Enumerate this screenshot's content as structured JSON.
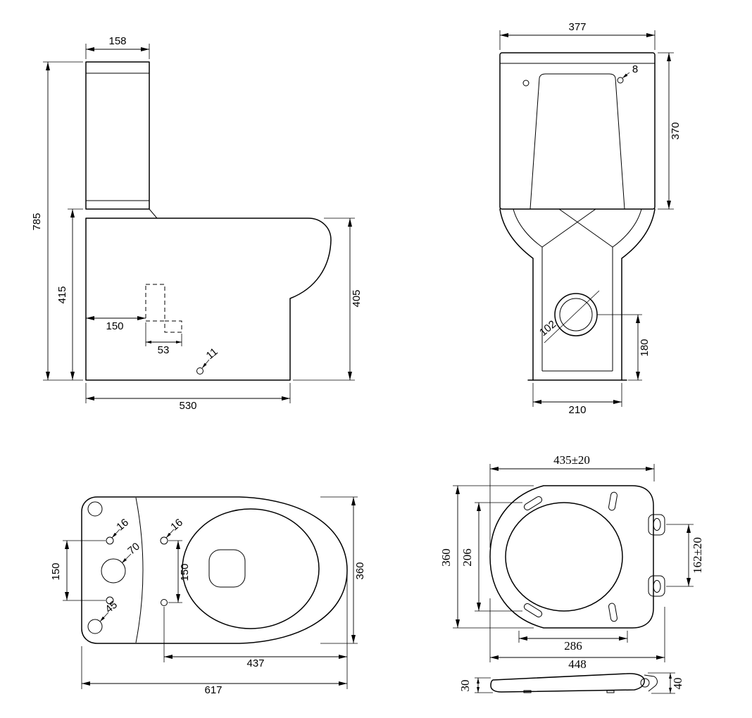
{
  "style": {
    "line_color": "#000000",
    "background": "#ffffff"
  },
  "views": {
    "side": {
      "dims": {
        "tank_width": "158",
        "overall_height": "785",
        "bowl_height": "415",
        "rim_height": "405",
        "trap_setback": "150",
        "trap_width": "53",
        "fixing_hole": "11",
        "depth": "530"
      }
    },
    "front": {
      "dims": {
        "tank_width": "377",
        "lid_hole": "8",
        "tank_height": "370",
        "outlet_dia": "102",
        "outlet_height": "180",
        "base_width": "210"
      }
    },
    "plan": {
      "dims": {
        "hole_left": "16",
        "hole_right": "16",
        "inlet_dia": "70",
        "pitch_left": "150",
        "pitch_right": "150",
        "corner_hole": "45",
        "width": "360",
        "bowl_length": "437",
        "length": "617"
      }
    },
    "seat_plan": {
      "dims": {
        "length": "435±20",
        "width": "360",
        "inner_width": "206",
        "hinge_pitch": "162±20",
        "inner_length": "286",
        "overall_length": "448"
      }
    },
    "seat_side": {
      "dims": {
        "front_thickness": "30",
        "rear_thickness": "40"
      }
    }
  }
}
